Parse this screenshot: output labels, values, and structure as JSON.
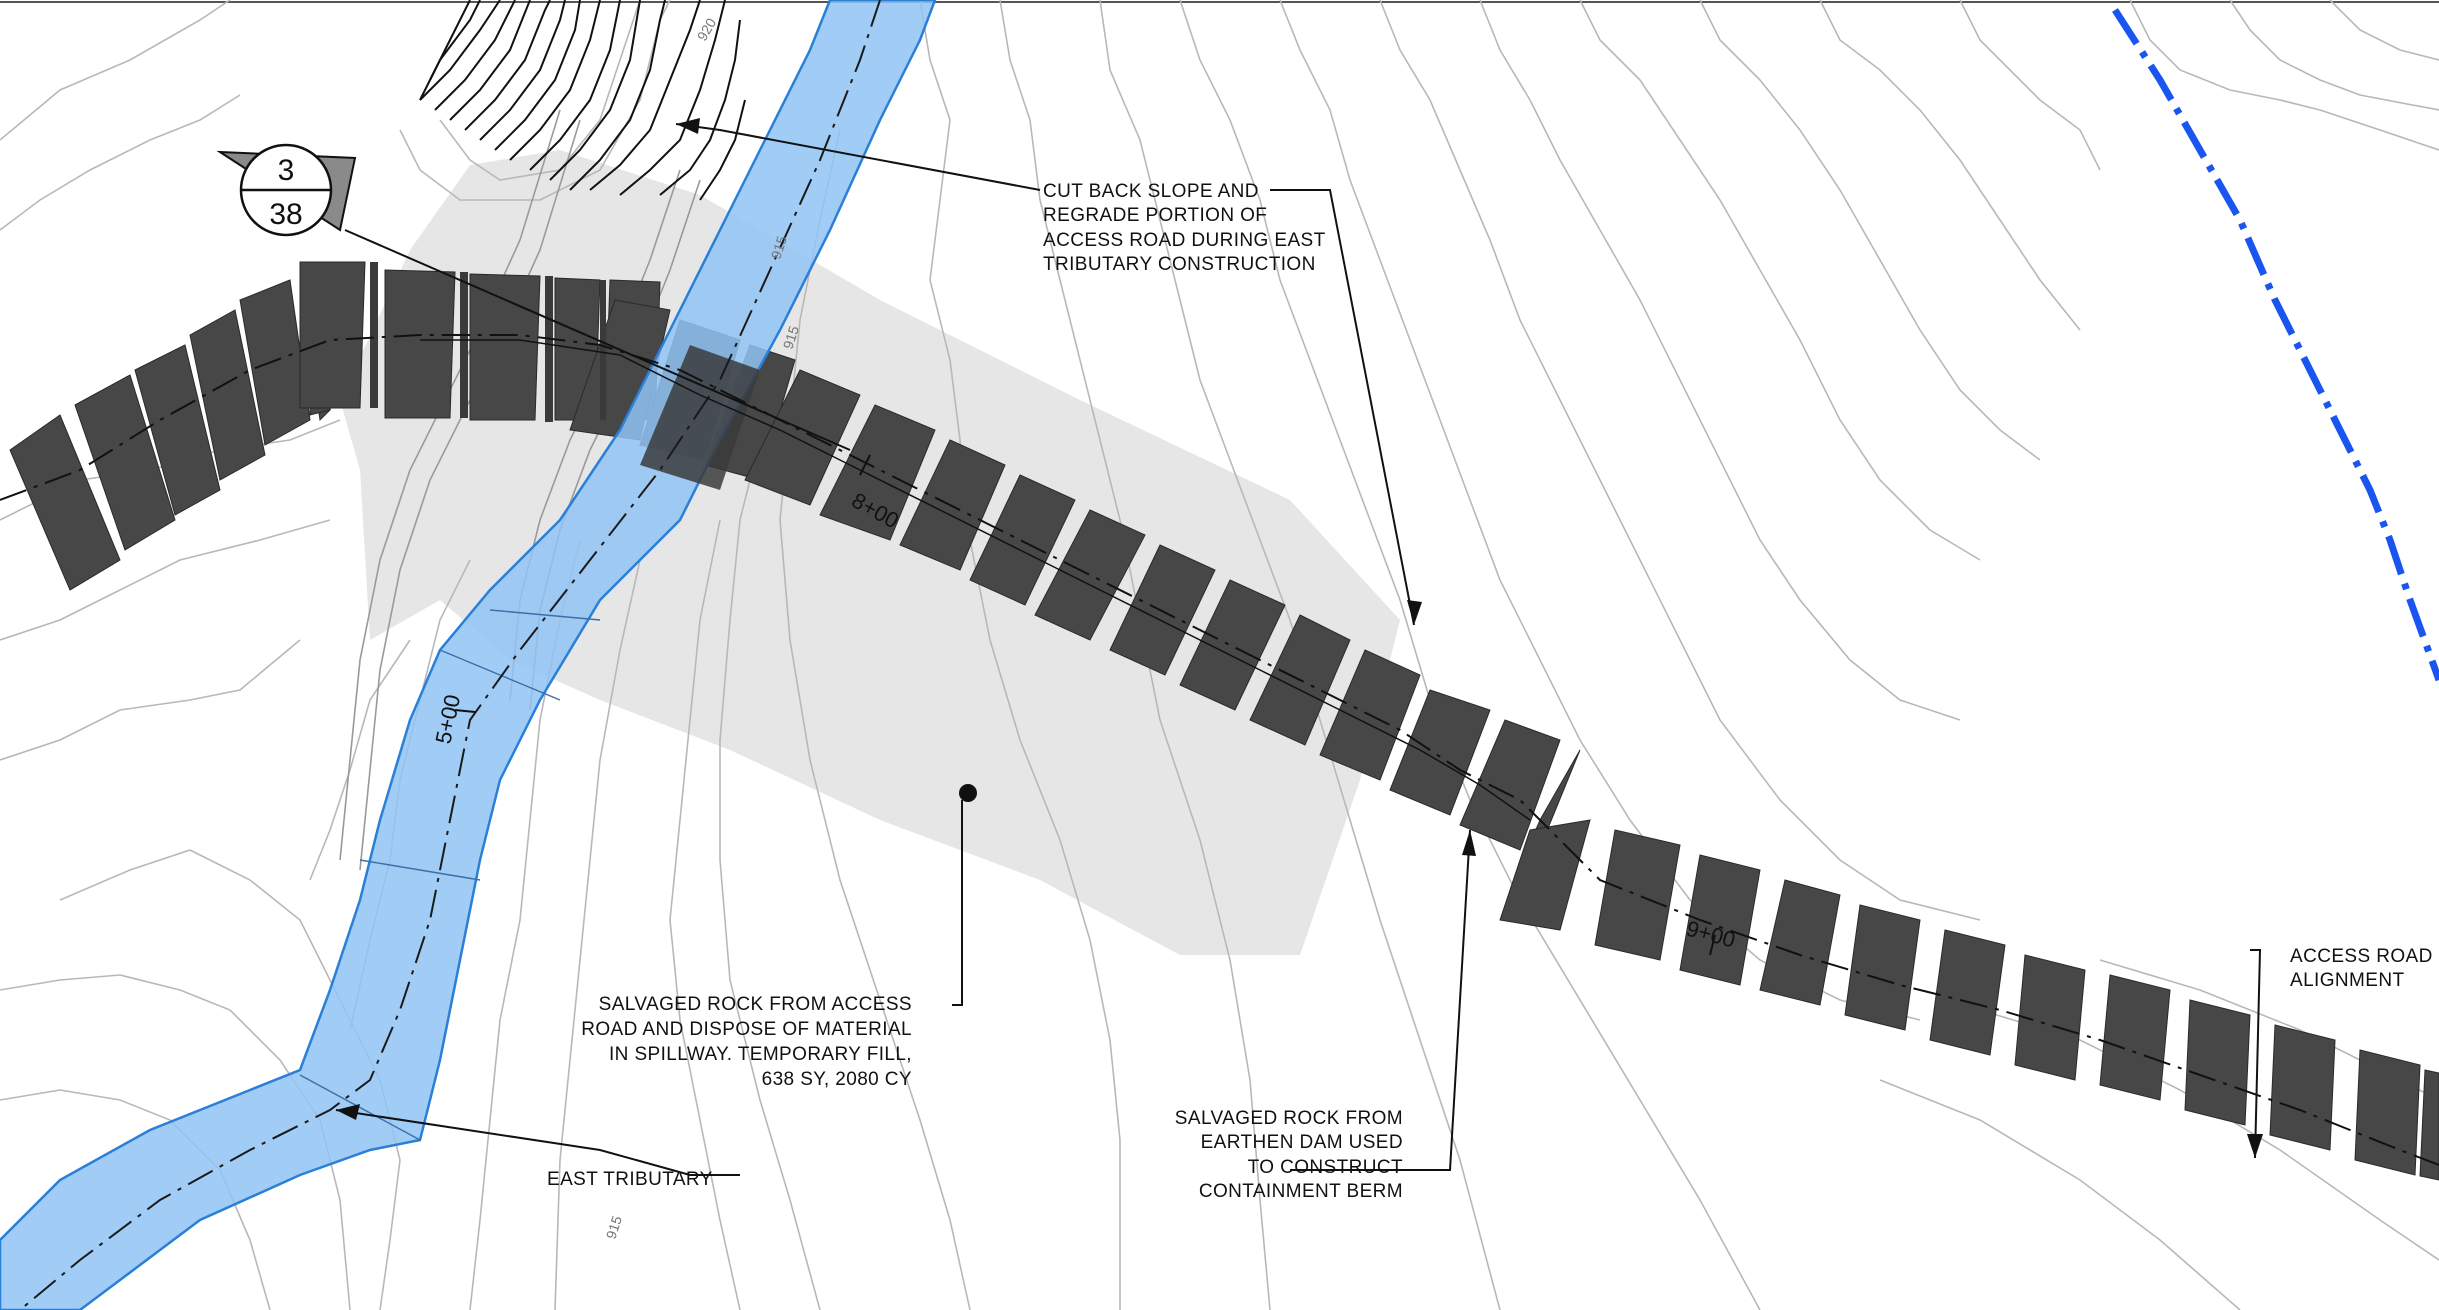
{
  "drawing": {
    "section_tag": {
      "top": "3",
      "bottom": "38"
    },
    "notes": {
      "cut_back": [
        "CUT BACK SLOPE AND",
        "REGRADE PORTION OF",
        "ACCESS ROAD DURING EAST",
        "TRIBUTARY CONSTRUCTION"
      ],
      "salvaged_access": [
        "SALVAGED ROCK FROM  ACCESS",
        "ROAD AND DISPOSE OF MATERIAL",
        "IN SPILLWAY. TEMPORARY FILL,",
        "638 SY, 2080 CY"
      ],
      "salvaged_dam": [
        "SALVAGED ROCK FROM",
        "EARTHEN DAM USED",
        "TO CONSTRUCT",
        "CONTAINMENT BERM"
      ],
      "east_tributary": [
        "EAST TRIBUTARY"
      ],
      "access_alignment": [
        "ACCESS ROAD",
        "ALIGNMENT"
      ]
    },
    "stations": {
      "sta_500": "5+00",
      "sta_800": "8+00",
      "sta_900": "9+00"
    },
    "contour_labels": {
      "c920": "920",
      "c915a": "915",
      "c915b": "915",
      "c915c": "915"
    },
    "colors": {
      "tributary_fill": "#8fc3f5",
      "tributary_edge": "#2a7fd6",
      "rock_mat": "#474747",
      "fill_area": "#e6e6e6",
      "contour": "#b4b4b4",
      "boundary": "#1a55f0"
    }
  }
}
